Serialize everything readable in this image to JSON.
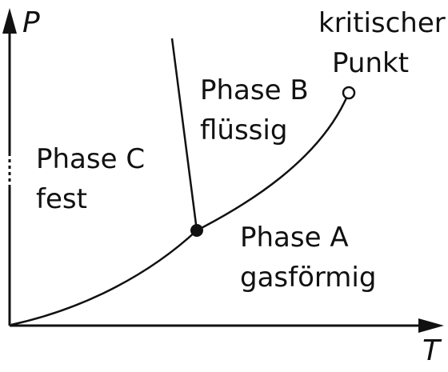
{
  "axes": {
    "y_label": "P",
    "x_label": "T"
  },
  "regions": {
    "solid": {
      "name": "Phase C",
      "state": "fest"
    },
    "liquid": {
      "name": "Phase B",
      "state": "flüssig"
    },
    "gas": {
      "name": "Phase A",
      "state": "gasförmig"
    }
  },
  "critical_point": {
    "line1": "kritischer",
    "line2": "Punkt"
  },
  "colors": {
    "ink": "#111111",
    "background": "#ffffff"
  }
}
